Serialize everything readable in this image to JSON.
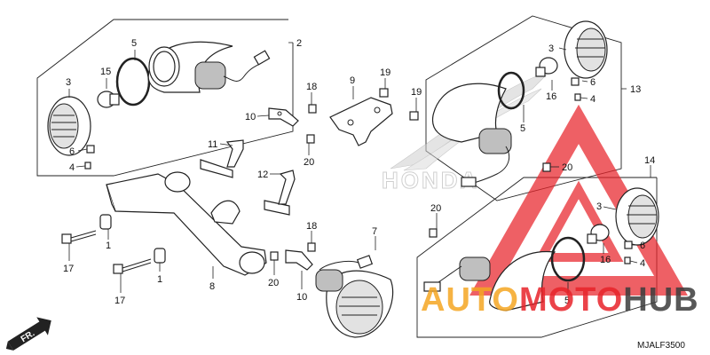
{
  "part_labels": {
    "p2": "2",
    "p5a": "5",
    "p3a": "3",
    "p15": "15",
    "p6a": "6",
    "p4a": "4",
    "p10a": "10",
    "p18a": "18",
    "p11": "11",
    "p20a": "20",
    "p9": "9",
    "p19a": "19",
    "p19b": "19",
    "p12": "12",
    "p1a": "1",
    "p1b": "1",
    "p17a": "17",
    "p17b": "17",
    "p8": "8",
    "p20b": "20",
    "p18b": "18",
    "p10b": "10",
    "p7": "7",
    "p3b": "3",
    "p16a": "16",
    "p6b": "6",
    "p4b": "4",
    "p13": "13",
    "p5b": "5",
    "p20c": "20",
    "p14": "14",
    "p20d": "20",
    "p3c": "3",
    "p5c": "5",
    "p16b": "16",
    "p6c": "6",
    "p4c": "4"
  },
  "front_marker": "FR.",
  "diagram_code": "MJALF3500",
  "watermark": {
    "text_auto": "AUTO",
    "text_moto": "MOTO",
    "text_hub": "HUB",
    "color_red": "#e8232a",
    "color_orange": "#f5a623",
    "color_grey": "#3c3c3c"
  },
  "logo_text": "HONDA"
}
